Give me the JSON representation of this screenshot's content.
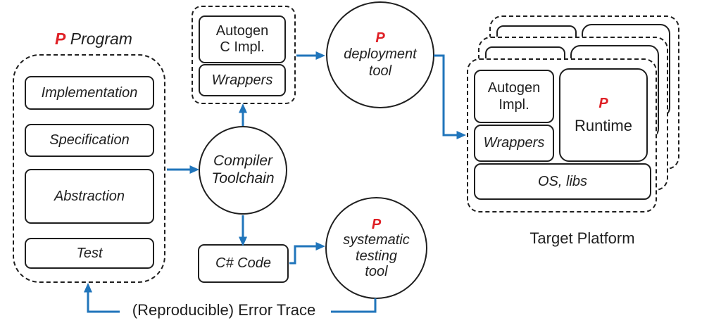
{
  "colors": {
    "connector_blue": "#2075bb",
    "p_red": "#df2026",
    "ink": "#1f1f1f"
  },
  "p_program": {
    "title_p": "P",
    "title_rest": "Program",
    "modules": [
      "Implementation",
      "Specification",
      "Abstraction",
      "Test"
    ]
  },
  "compiler_toolchain": {
    "line1": "Compiler",
    "line2": "Toolchain"
  },
  "autogen_c_module": {
    "impl_line1": "Autogen",
    "impl_line2": "C Impl.",
    "wrappers": "Wrappers"
  },
  "csharp": {
    "label": "C# Code"
  },
  "deployment_tool": {
    "p": "P",
    "line1": "deployment",
    "line2": "tool"
  },
  "testing_tool": {
    "p": "P",
    "line1": "systematic",
    "line2": "testing",
    "line3": "tool"
  },
  "target_platform": {
    "caption": "Target Platform",
    "autogen_line1": "Autogen",
    "autogen_line2": "Impl.",
    "wrappers": "Wrappers",
    "runtime_p": "P",
    "runtime": "Runtime",
    "os": "OS, libs"
  },
  "error_trace": {
    "label": "(Reproducible) Error Trace"
  }
}
